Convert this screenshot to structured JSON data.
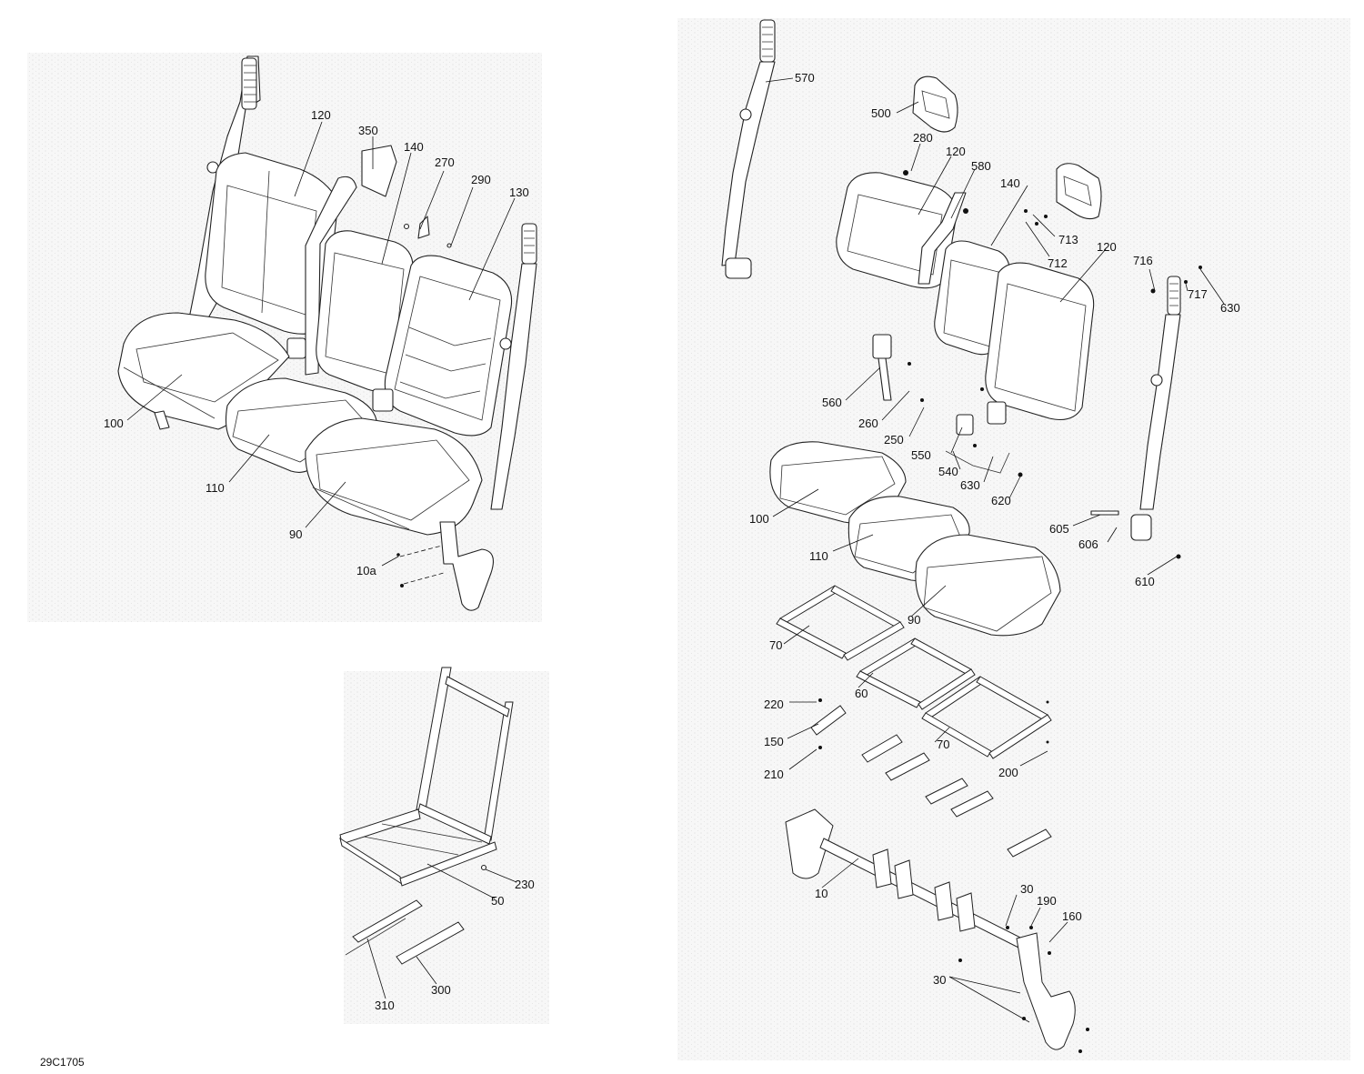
{
  "figure_code": "29C1705",
  "callouts": {
    "a100": "100",
    "a110": "110",
    "a90": "90",
    "a120": "120",
    "a350": "350",
    "a140": "140",
    "a270": "270",
    "a290": "290",
    "a130": "130",
    "a10a": "10a",
    "b230": "230",
    "b50": "50",
    "b300": "300",
    "b310": "310",
    "c570": "570",
    "c500": "500",
    "c280": "280",
    "c120a": "120",
    "c580": "580",
    "c140": "140",
    "c713": "713",
    "c712": "712",
    "c120b": "120",
    "c716": "716",
    "c717": "717",
    "c630a": "630",
    "c560": "560",
    "c260": "260",
    "c250": "250",
    "c550": "550",
    "c540": "540",
    "c630b": "630",
    "c620": "620",
    "c100": "100",
    "c110": "110",
    "c90": "90",
    "c605": "605",
    "c606": "606",
    "c610": "610",
    "c70a": "70",
    "c60": "60",
    "c220": "220",
    "c150": "150",
    "c210": "210",
    "c70b": "70",
    "c200": "200",
    "c10": "10",
    "c30a": "30",
    "c190": "190",
    "c160": "160",
    "c30b": "30"
  }
}
